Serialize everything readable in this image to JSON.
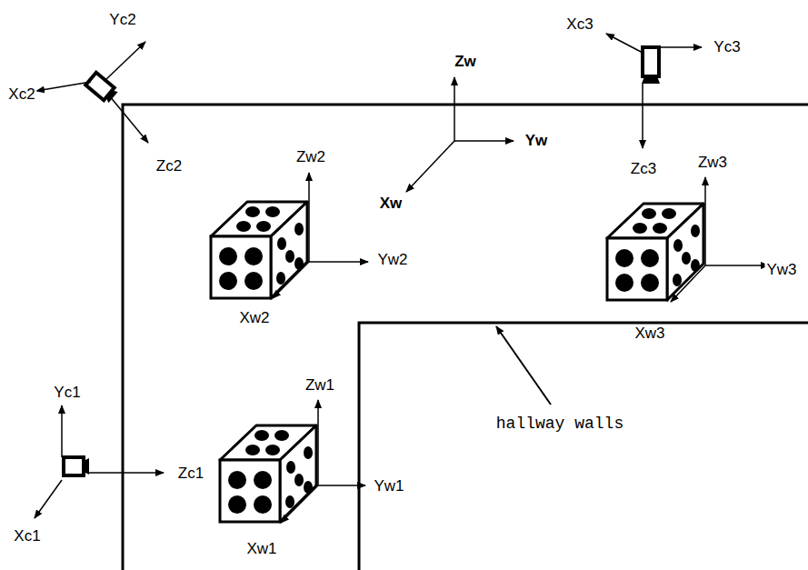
{
  "diagram": {
    "labels": [
      "Yc2",
      "Xc2",
      "Zc2",
      "Zw",
      "Yw",
      "Xw",
      "Xc3",
      "Yc3",
      "Zc3",
      "Zw2",
      "Yw2",
      "Xw2",
      "Zw3",
      "Yw3",
      "Xw3",
      "Yc1",
      "Zc1",
      "Xc1",
      "Zw1",
      "Yw1",
      "Xw1",
      "hallway walls"
    ]
  }
}
